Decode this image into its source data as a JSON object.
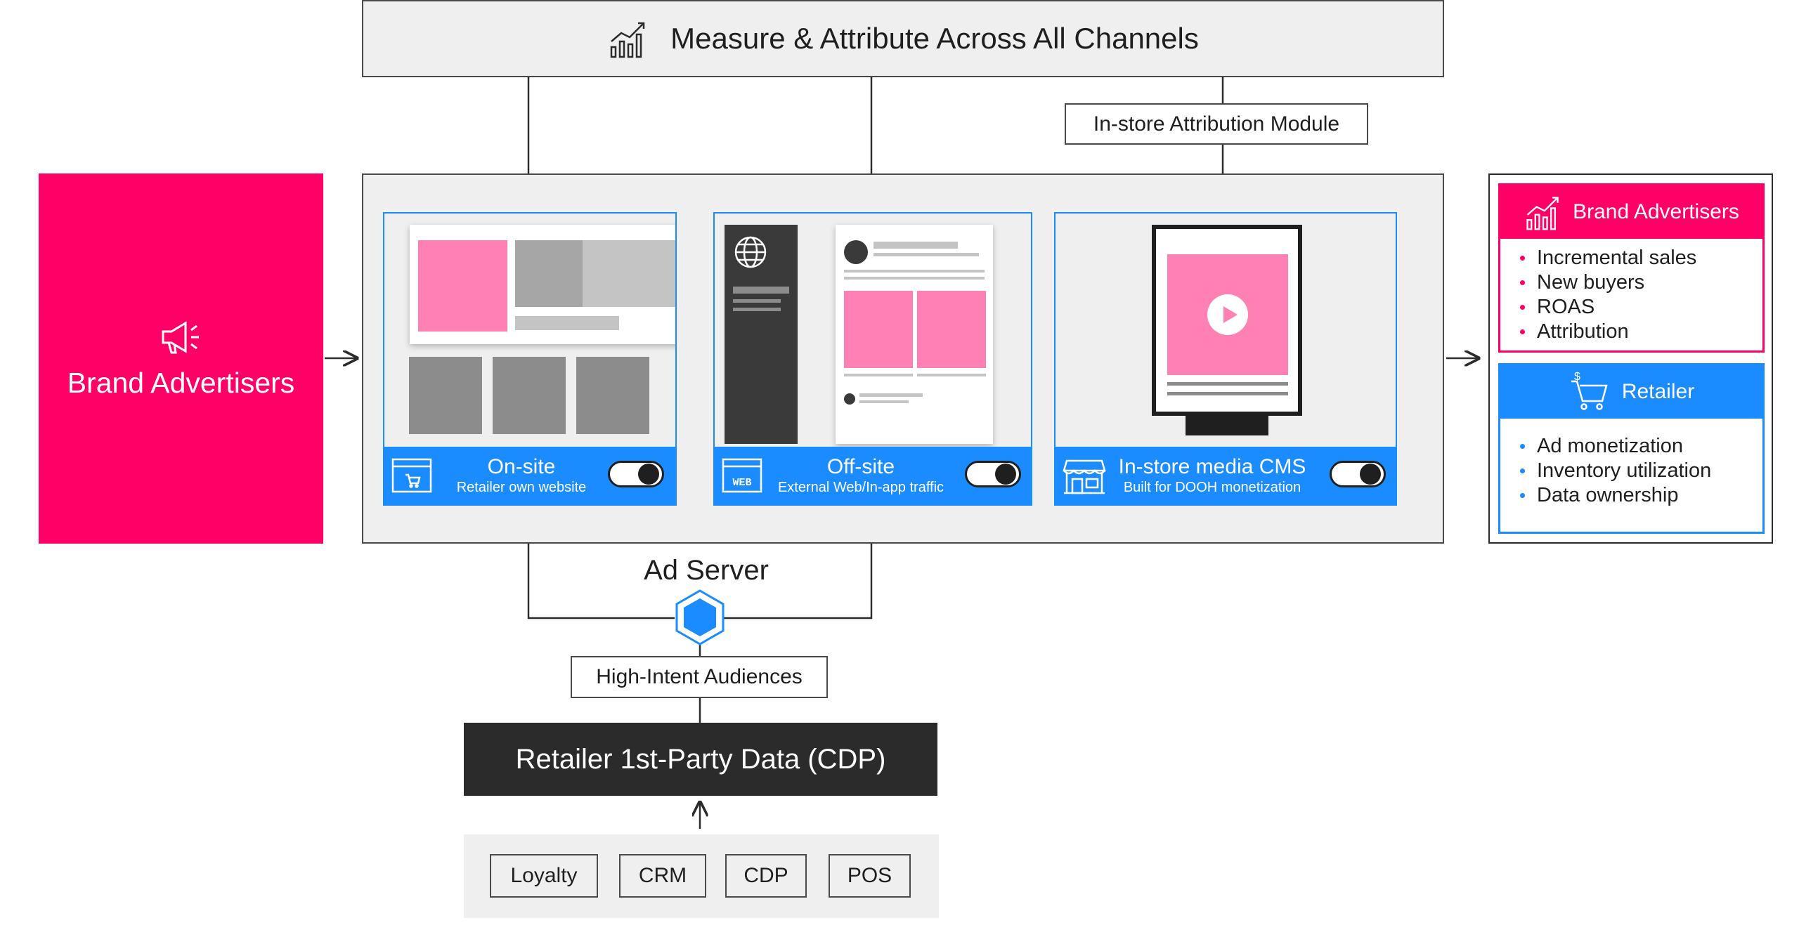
{
  "measure": {
    "title": "Measure & Attribute Across All Channels",
    "icon": "chart-growth-icon"
  },
  "instore_attribution": {
    "label": "In-store Attribution Module"
  },
  "brand_advertisers": {
    "title": "Brand Advertisers",
    "icon": "megaphone-icon",
    "color": "#ff0066"
  },
  "channels": [
    {
      "title": "On-site",
      "subtitle": "Retailer own website",
      "icon": "browser-cart-icon",
      "toggle_on": true
    },
    {
      "title": "Off-site",
      "subtitle": "External Web/In-app traffic",
      "icon": "web-badge-icon",
      "badge": "WEB",
      "toggle_on": true
    },
    {
      "title": "In-store media CMS",
      "subtitle": "Built for DOOH monetization",
      "icon": "storefront-icon",
      "toggle_on": true
    }
  ],
  "ad_server": {
    "label": "Ad Server",
    "icon": "hexagon-icon"
  },
  "audiences": {
    "label": "High-Intent Audiences"
  },
  "cdp": {
    "label": "Retailer 1st-Party Data (CDP)"
  },
  "sources": [
    "Loyalty",
    "CRM",
    "CDP",
    "POS"
  ],
  "results": {
    "brand": {
      "title": "Brand Advertisers",
      "icon": "chart-growth-icon",
      "color": "#ff0066",
      "items": [
        "Incremental sales",
        "New buyers",
        "ROAS",
        "Attribution"
      ]
    },
    "retailer": {
      "title": "Retailer",
      "icon": "cart-dollar-icon",
      "color": "#1a8cff",
      "items": [
        "Ad monetization",
        "Inventory utilization",
        "Data ownership"
      ]
    }
  },
  "colors": {
    "pink": "#ff0066",
    "blue": "#1a8cff",
    "dark": "#2b2b2b",
    "panel_bg": "#efefef"
  }
}
